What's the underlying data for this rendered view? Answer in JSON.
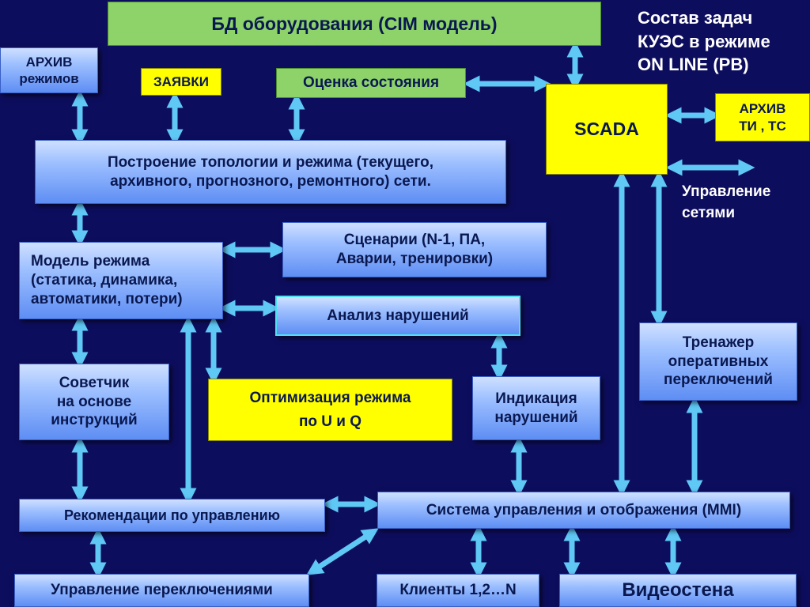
{
  "title_lines": [
    "Состав задач",
    "КУЭС в режиме",
    "ON LINE (РВ)"
  ],
  "nodes": {
    "bd": "БД оборудования (CIM модель)",
    "arhiv_rezhimov": [
      "АРХИВ",
      "режимов"
    ],
    "zayavki": "ЗАЯВКИ",
    "ocenka": "Оценка состояния",
    "scada": "SCADA",
    "arhiv_ti": [
      "АРХИВ",
      "ТИ , ТС"
    ],
    "upravlenie_setyami": [
      "Управление",
      "сетями"
    ],
    "topologiya": [
      "Построение топологии и режима (текущего,",
      "архивного, прогнозного, ремонтного) сети."
    ],
    "model": [
      "Модель режима",
      "(статика, динамика,",
      "автоматики, потери)"
    ],
    "scenarii": [
      "Сценарии (N-1, ПА,",
      "Аварии, тренировки)"
    ],
    "analiz": "Анализ нарушений",
    "trenazher": [
      "Тренажер",
      "оперативных",
      "переключений"
    ],
    "sovetchik": [
      "Советчик",
      "на основе",
      "инструкций"
    ],
    "optimizaciya": [
      "Оптимизация режима",
      "по U  и Q"
    ],
    "indikaciya": [
      "Индикация",
      "нарушений"
    ],
    "rekomendacii": "Рекомендации по управлению",
    "mmi": "Система управления и отображения (MMI)",
    "upr_perekl": "Управление переключениями",
    "klienty": "Клиенты 1,2…N",
    "videostena": "Видеостена"
  },
  "colors": {
    "background": "#0d0d5e",
    "arrow": "#5fc8f5",
    "blue_box": "#7aa4f8",
    "yellow_box": "#ffff00",
    "green_box": "#8ed26a"
  }
}
